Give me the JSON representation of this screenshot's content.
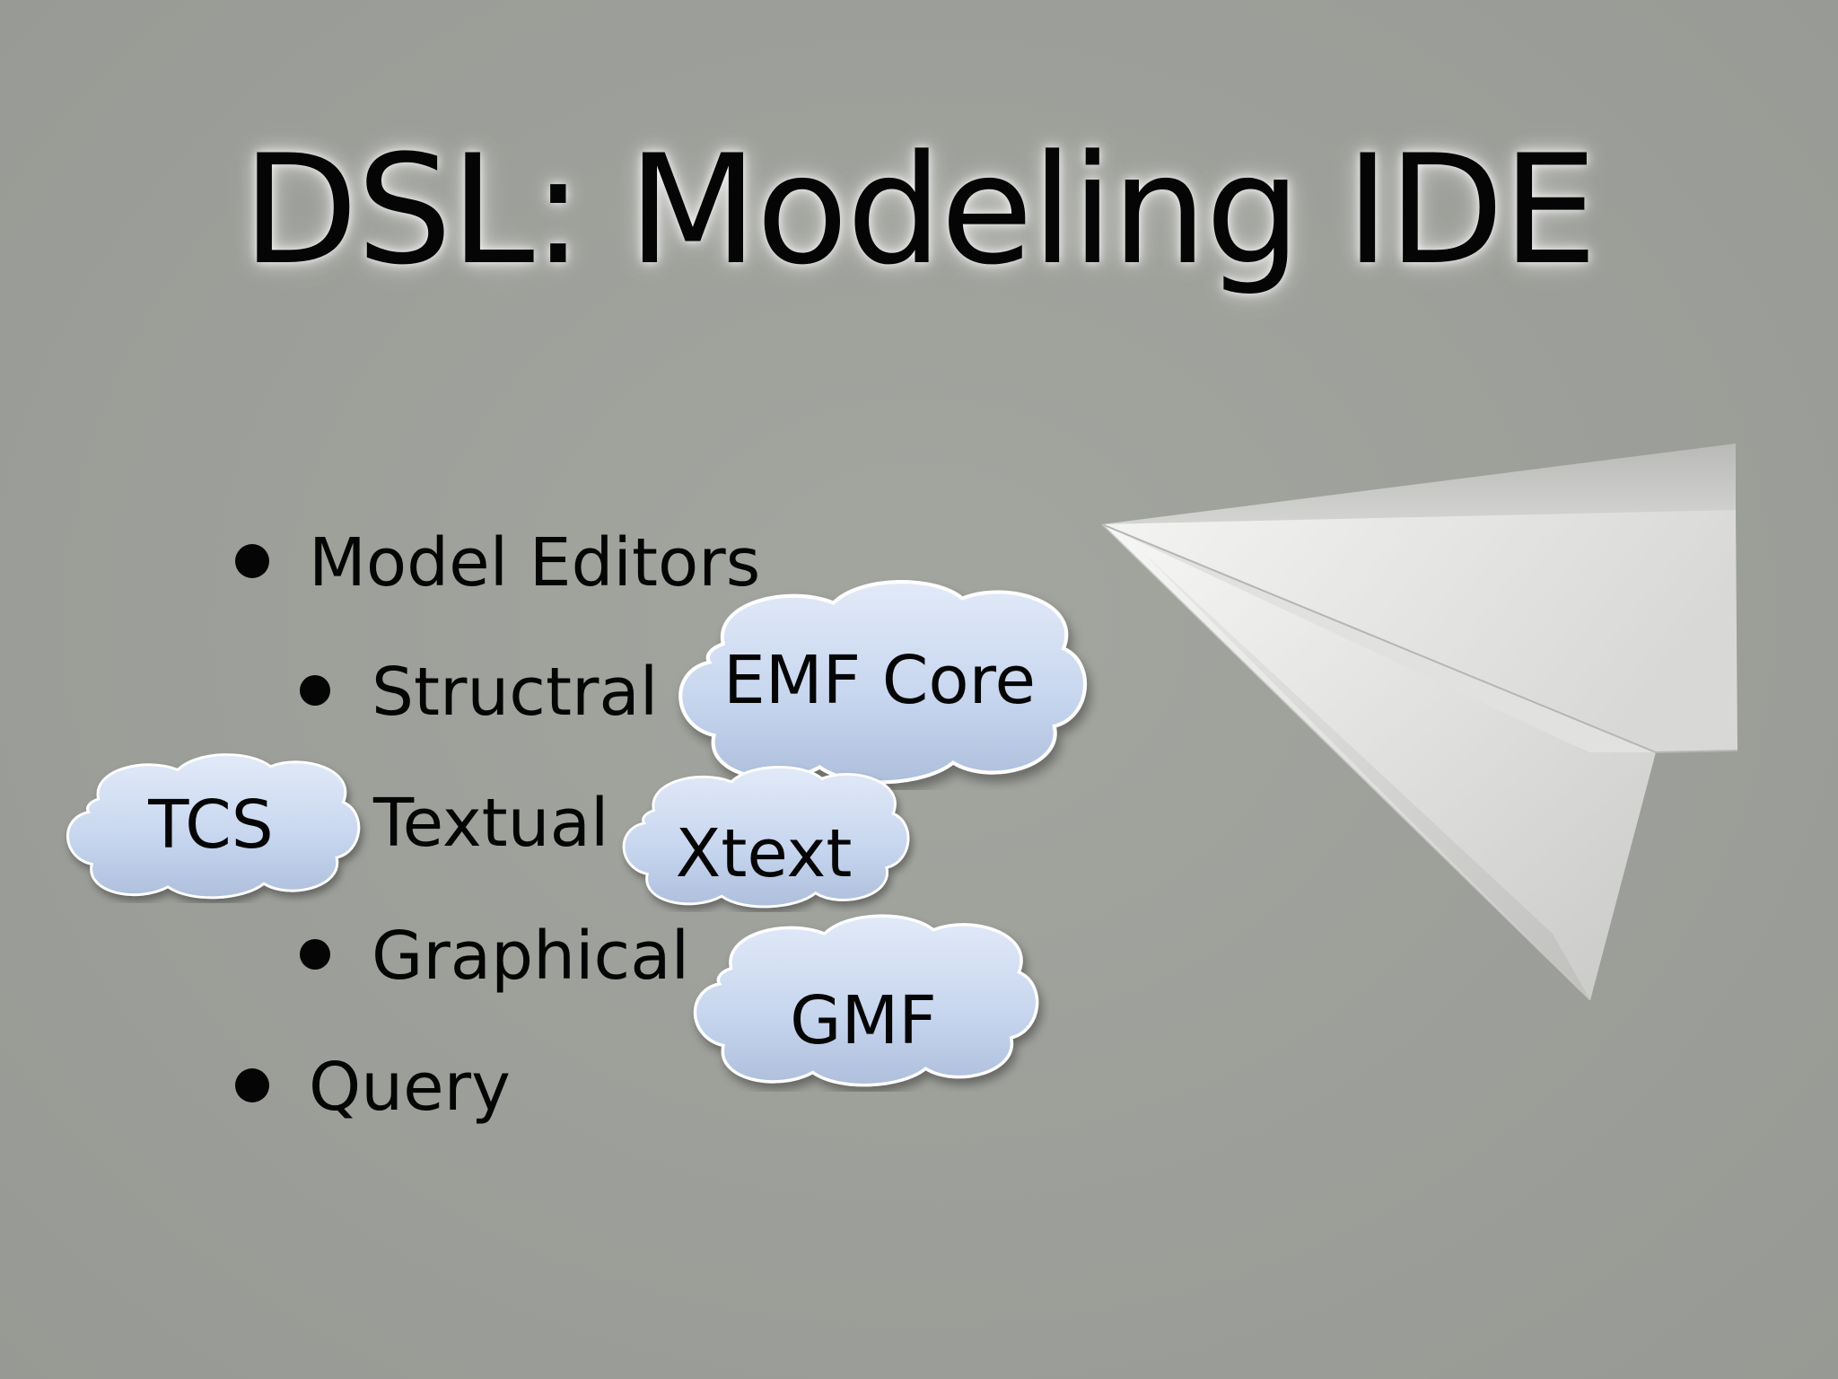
{
  "slide": {
    "title": "DSL: Modeling IDE",
    "background_color": "#9c9e99",
    "bullets": [
      {
        "label": "Model Editors",
        "level": 1
      },
      {
        "label": "Structral",
        "level": 2
      },
      {
        "label": "Textual",
        "level": 2
      },
      {
        "label": "Graphical",
        "level": 2
      },
      {
        "label": "Query",
        "level": 1
      }
    ],
    "clouds": [
      {
        "label": "EMF Core"
      },
      {
        "label": "TCS"
      },
      {
        "label": "Xtext"
      },
      {
        "label": "GMF"
      }
    ],
    "cloud_color": "#c7d6ef",
    "image": {
      "icon": "paper-plane-icon"
    }
  }
}
